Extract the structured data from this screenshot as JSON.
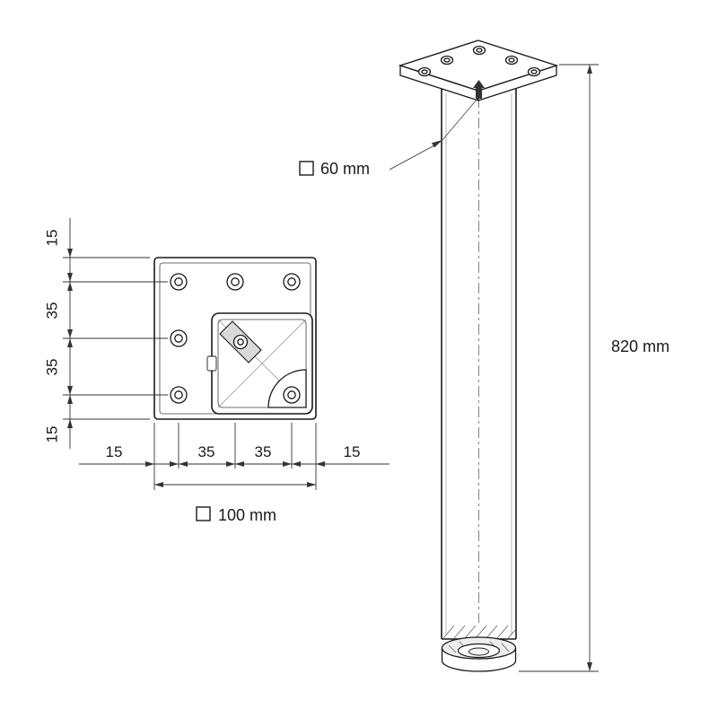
{
  "top_view": {
    "vertical_dims": [
      "15",
      "35",
      "35",
      "15"
    ],
    "horizontal_dims": [
      "15",
      "35",
      "35",
      "15"
    ],
    "overall_dim": "100 mm"
  },
  "side_view": {
    "profile_dim": "60 mm",
    "height_dim": "820 mm"
  },
  "symbols": {
    "square_symbol": "square-profile-symbol"
  },
  "colors": {
    "line": "#1a1a1a",
    "dimension": "#333333"
  }
}
